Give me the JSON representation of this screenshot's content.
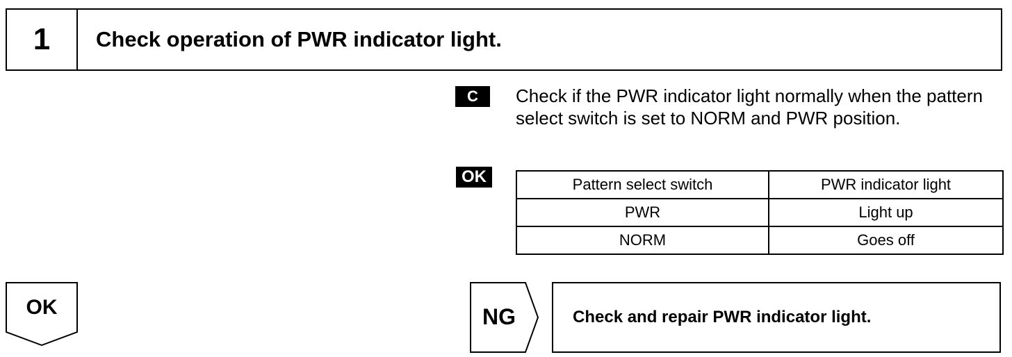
{
  "step": {
    "number": "1",
    "title": "Check operation of PWR indicator light."
  },
  "check": {
    "badge": "C",
    "instruction": "Check if the PWR indicator light normally when the pattern select switch is set to NORM and PWR position."
  },
  "ok_spec": {
    "badge": "OK",
    "headers": [
      "Pattern select switch",
      "PWR indicator light"
    ],
    "rows": [
      [
        "PWR",
        "Light up"
      ],
      [
        "NORM",
        "Goes off"
      ]
    ]
  },
  "result_ok": {
    "label": "OK"
  },
  "result_ng": {
    "label": "NG",
    "action": "Check and repair PWR indicator light."
  }
}
